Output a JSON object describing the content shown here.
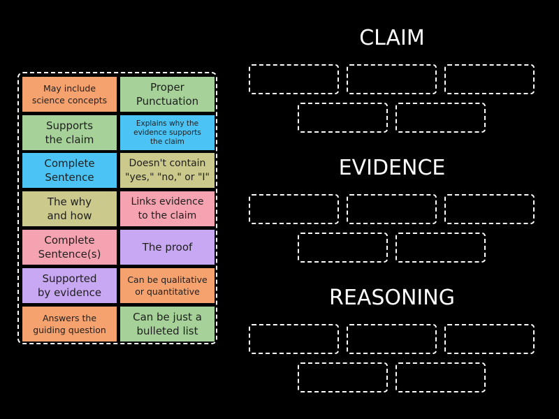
{
  "colors": {
    "background": "#000000",
    "orange": "#f6a26e",
    "green": "#a6d29a",
    "blue": "#4bc4f5",
    "khaki": "#cbc98c",
    "pink": "#f5a3b1",
    "purple": "#c8a8f2"
  },
  "pool": {
    "cards": [
      {
        "text": "May include\nscience concepts",
        "color": "orange"
      },
      {
        "text": "Proper\nPunctuation",
        "color": "green"
      },
      {
        "text": "Supports\nthe claim",
        "color": "green"
      },
      {
        "text": "Explains why the\nevidence supports\nthe claim",
        "color": "blue"
      },
      {
        "text": "Complete\nSentence",
        "color": "blue"
      },
      {
        "text": "Doesn't contain\n\"yes,\" \"no,\" or \"I\"",
        "color": "khaki"
      },
      {
        "text": "The why\nand how",
        "color": "khaki"
      },
      {
        "text": "Links evidence\nto the claim",
        "color": "pink"
      },
      {
        "text": "Complete\nSentence(s)",
        "color": "pink"
      },
      {
        "text": "The proof",
        "color": "purple"
      },
      {
        "text": "Supported\nby evidence",
        "color": "purple"
      },
      {
        "text": "Can be qualitative\nor quantitative",
        "color": "orange"
      },
      {
        "text": "Answers the\nguiding question",
        "color": "orange"
      },
      {
        "text": "Can be just a\nbulleted list",
        "color": "green"
      }
    ]
  },
  "groups": [
    {
      "title": "CLAIM",
      "slots": 5
    },
    {
      "title": "EVIDENCE",
      "slots": 5
    },
    {
      "title": "REASONING",
      "slots": 5
    }
  ]
}
